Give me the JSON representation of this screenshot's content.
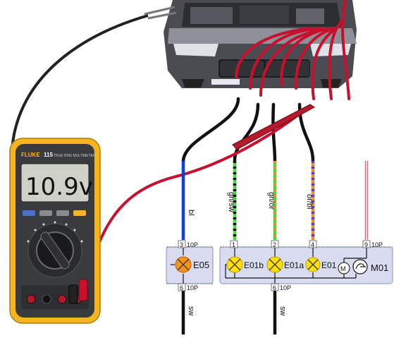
{
  "meter": {
    "brand": "FLUKE",
    "model": "115",
    "model_desc": "TRUE RMS MULTIMETER",
    "reading": "10.9v"
  },
  "wires": {
    "bl": "bl",
    "gnsw": "gn/sw",
    "gnor": "gn/or",
    "orbl": "or/bl",
    "sw_left": "sw",
    "sw_mid": "sw"
  },
  "connector_labels": {
    "top_left": "10P",
    "bottom_left": "10P",
    "top_right": "10P",
    "bottom_mid": "10P"
  },
  "pins": {
    "p3": "3",
    "p6a": "6",
    "p1": "1",
    "p2": "2",
    "p4": "4",
    "p9": "9",
    "p6b": "6"
  },
  "components": {
    "e05": "E05",
    "e01b": "E01b",
    "e01a": "E01a",
    "e01": "E01",
    "m01": "M01"
  },
  "colors": {
    "lamp_orange": "#f7941d",
    "lamp_yellow": "#ffe000",
    "box_fill": "#d9dbf0",
    "probe_red": "#c8102e",
    "wire_black": "#111111"
  }
}
